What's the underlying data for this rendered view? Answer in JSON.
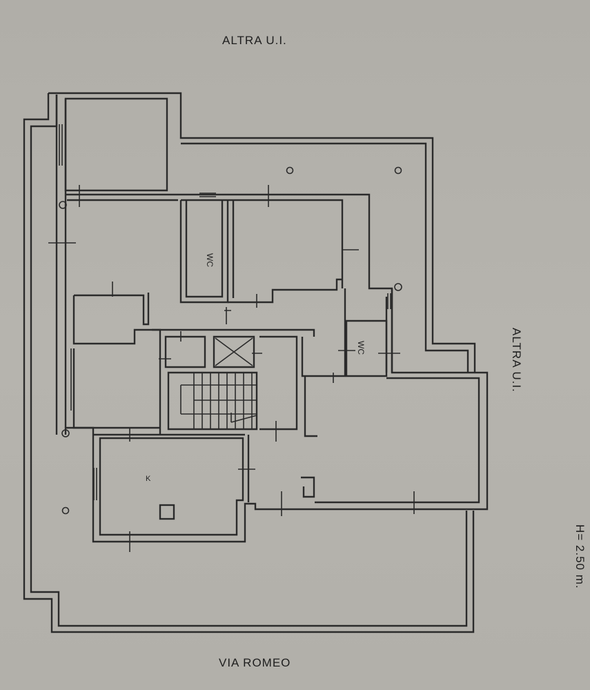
{
  "plan": {
    "labels": {
      "top": "ALTRA U.I.",
      "right": "ALTRA U.I.",
      "bottom": "VIA ROMEO",
      "height_note": "H= 2.50 m."
    },
    "rooms": [
      {
        "id": "wc-1",
        "label": "WC"
      },
      {
        "id": "wc-2",
        "label": "WC"
      },
      {
        "id": "kitchen",
        "label": "K"
      }
    ],
    "elements": {
      "stair": "stair-flight",
      "elevator": "elevator-shaft",
      "columns_count": 6
    },
    "colors": {
      "paper": "#b3b1ab",
      "ink": "#2b2b2b"
    }
  }
}
